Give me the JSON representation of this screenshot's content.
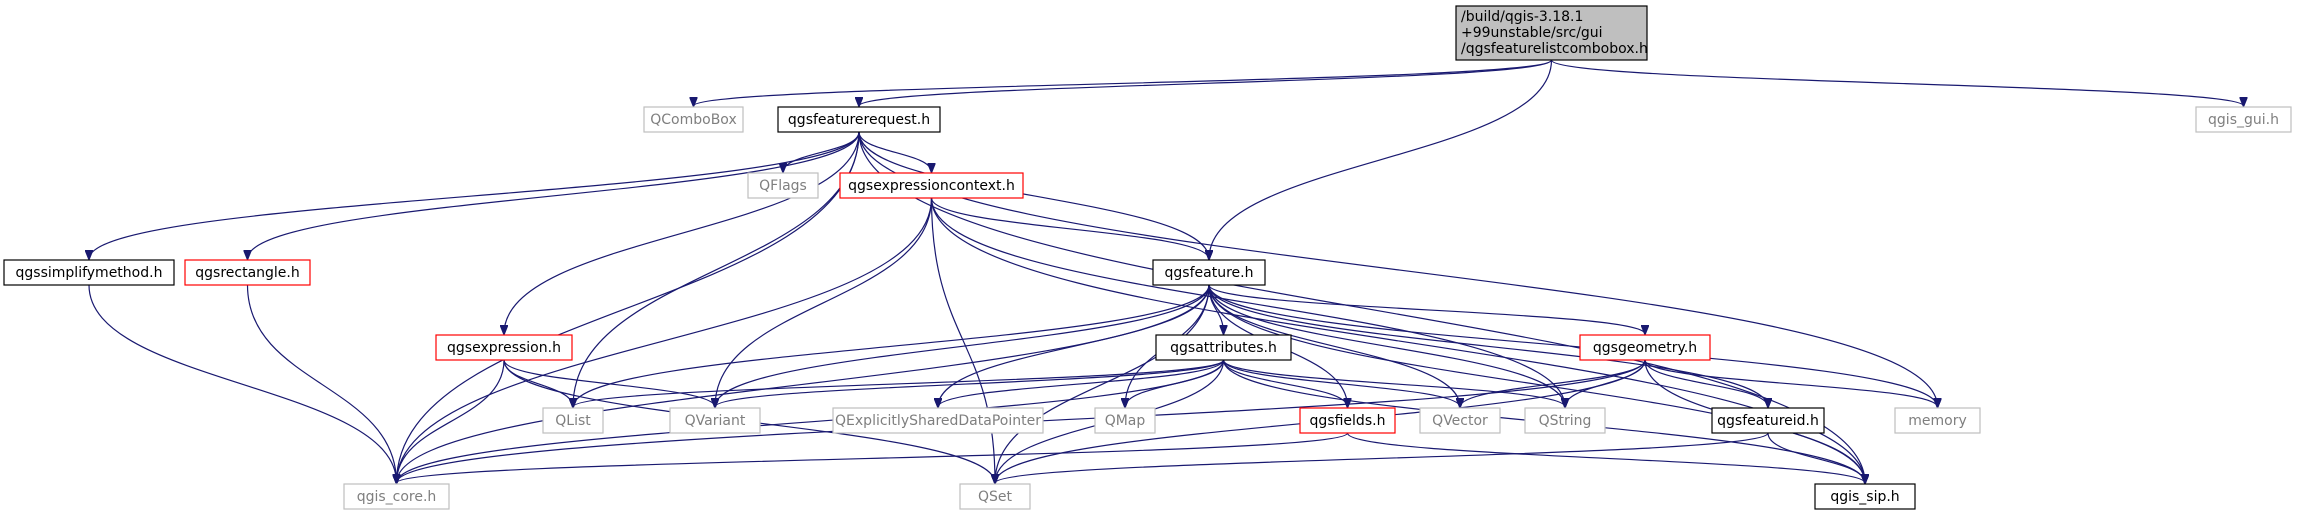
{
  "graph": {
    "root_lines": [
      "/build/qgis-3.18.1",
      "+99unstable/src/gui",
      "/qgsfeaturelistcombobox.h"
    ],
    "colors": {
      "root_fill": "#bfbfbf",
      "normal_border": "#000000",
      "missing_border": "#bfbfbf",
      "truncated_border": "#ff0000",
      "text": "#000000",
      "missing_text": "#7f7f7f",
      "edge": "#191970"
    },
    "nodes": {
      "qcombobox": "QComboBox",
      "qgsfeaturerequest": "qgsfeaturerequest.h",
      "qgis_gui": "qgis_gui.h",
      "qflags": "QFlags",
      "qgsexpressioncontext": "qgsexpressioncontext.h",
      "qgssimplifymethod": "qgssimplifymethod.h",
      "qgsrectangle": "qgsrectangle.h",
      "qgsfeature": "qgsfeature.h",
      "qgsexpression": "qgsexpression.h",
      "qgsattributes": "qgsattributes.h",
      "qgsgeometry": "qgsgeometry.h",
      "qlist": "QList",
      "qvariant": "QVariant",
      "qexplicitlyshareddatapointer": "QExplicitlySharedDataPointer",
      "qmap": "QMap",
      "qgsfields": "qgsfields.h",
      "qvector": "QVector",
      "qstring": "QString",
      "qgsfeatureid": "qgsfeatureid.h",
      "memory": "memory",
      "qgis_core": "qgis_core.h",
      "qset": "QSet",
      "qgis_sip": "qgis_sip.h"
    }
  }
}
